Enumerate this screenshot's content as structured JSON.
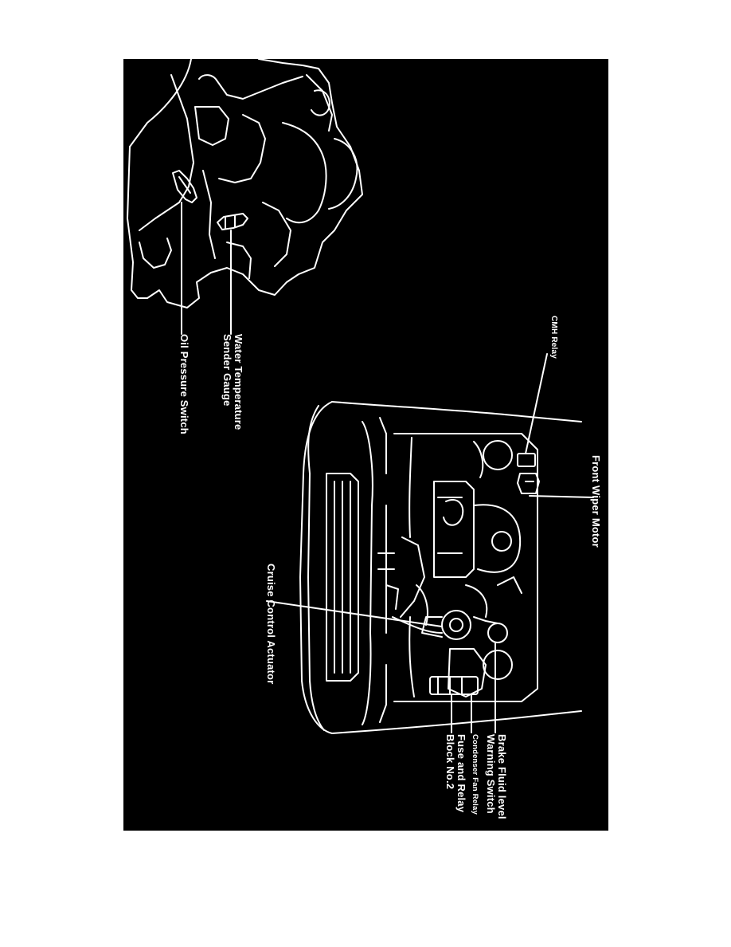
{
  "labels": {
    "oil_pressure_switch": "Oil Pressure Switch",
    "water_temp_line1": "Water Temperature",
    "water_temp_line2": "Sender Gauge",
    "cmh_relay": "CMH Relay",
    "front_wiper_motor": "Front Wiper Motor",
    "cruise_control_actuator": "Cruise Control Actuator",
    "brake_fluid_line1": "Brake Fluid level",
    "brake_fluid_line2": "Warning Switch",
    "condenser_fan_relay": "Condenser Fan Relay",
    "fuse_relay_line1": "Fuse and Relay",
    "fuse_relay_line2": "Block No.2"
  },
  "colors": {
    "background": "#000000",
    "linework": "#ffffff",
    "page": "#ffffff"
  }
}
